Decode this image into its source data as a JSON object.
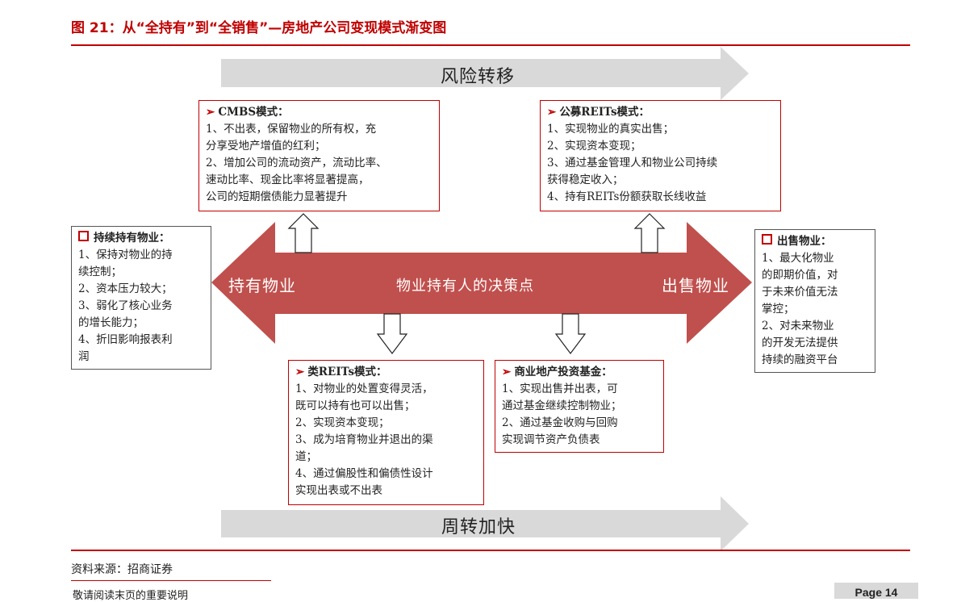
{
  "header": {
    "title": "图 21：从“全持有”到“全销售”—房地产公司变现模式渐变图"
  },
  "bands": {
    "top": "风险转移",
    "bottom": "周转加快"
  },
  "main_arrow": {
    "left_label": "持有物业",
    "center_label": "物业持有人的决策点",
    "right_label": "出售物业",
    "color": "#c0504d"
  },
  "boxes": {
    "cmbs": {
      "title": "CMBS模式：",
      "lines": [
        "1、不出表，保留物业的所有权，充",
        "分享受地产增值的红利；",
        "2、增加公司的流动资产，流动比率、",
        "速动比率、现金比率将显著提高，",
        "公司的短期偿债能力显著提升"
      ]
    },
    "public_reits": {
      "title": "公募REITs模式：",
      "lines": [
        "1、实现物业的真实出售；",
        "2、实现资本变现；",
        "3、通过基金管理人和物业公司持续",
        "获得稳定收入；",
        "4、持有REITs份额获取长线收益"
      ]
    },
    "hold": {
      "title": "持续持有物业：",
      "lines": [
        "1、保持对物业的持",
        "续控制；",
        "2、资本压力较大；",
        "3、弱化了核心业务",
        "的增长能力；",
        "4、折旧影响报表利",
        "润"
      ]
    },
    "sell": {
      "title": "出售物业：",
      "lines": [
        "1、最大化物业",
        "的即期价值，对",
        "于未来价值无法",
        "掌控；",
        "2、对未来物业",
        "的开发无法提供",
        "持续的融资平台"
      ]
    },
    "quasi_reits": {
      "title": "类REITs模式：",
      "lines": [
        "1、对物业的处置变得灵活，",
        "既可以持有也可以出售；",
        "2、实现资本变现；",
        "3、成为培育物业并退出的渠",
        "道；",
        "4、通过偏股性和偏债性设计",
        "实现出表或不出表"
      ]
    },
    "fund": {
      "title": "商业地产投资基金：",
      "lines": [
        "1、实现出售并出表，可",
        "通过基金继续控制物业；",
        "2、通过基金收购与回购",
        "实现调节资产负债表"
      ]
    }
  },
  "footer": {
    "source": "资料来源：招商证券",
    "note": "敬请阅读末页的重要说明",
    "page": "Page 14"
  }
}
